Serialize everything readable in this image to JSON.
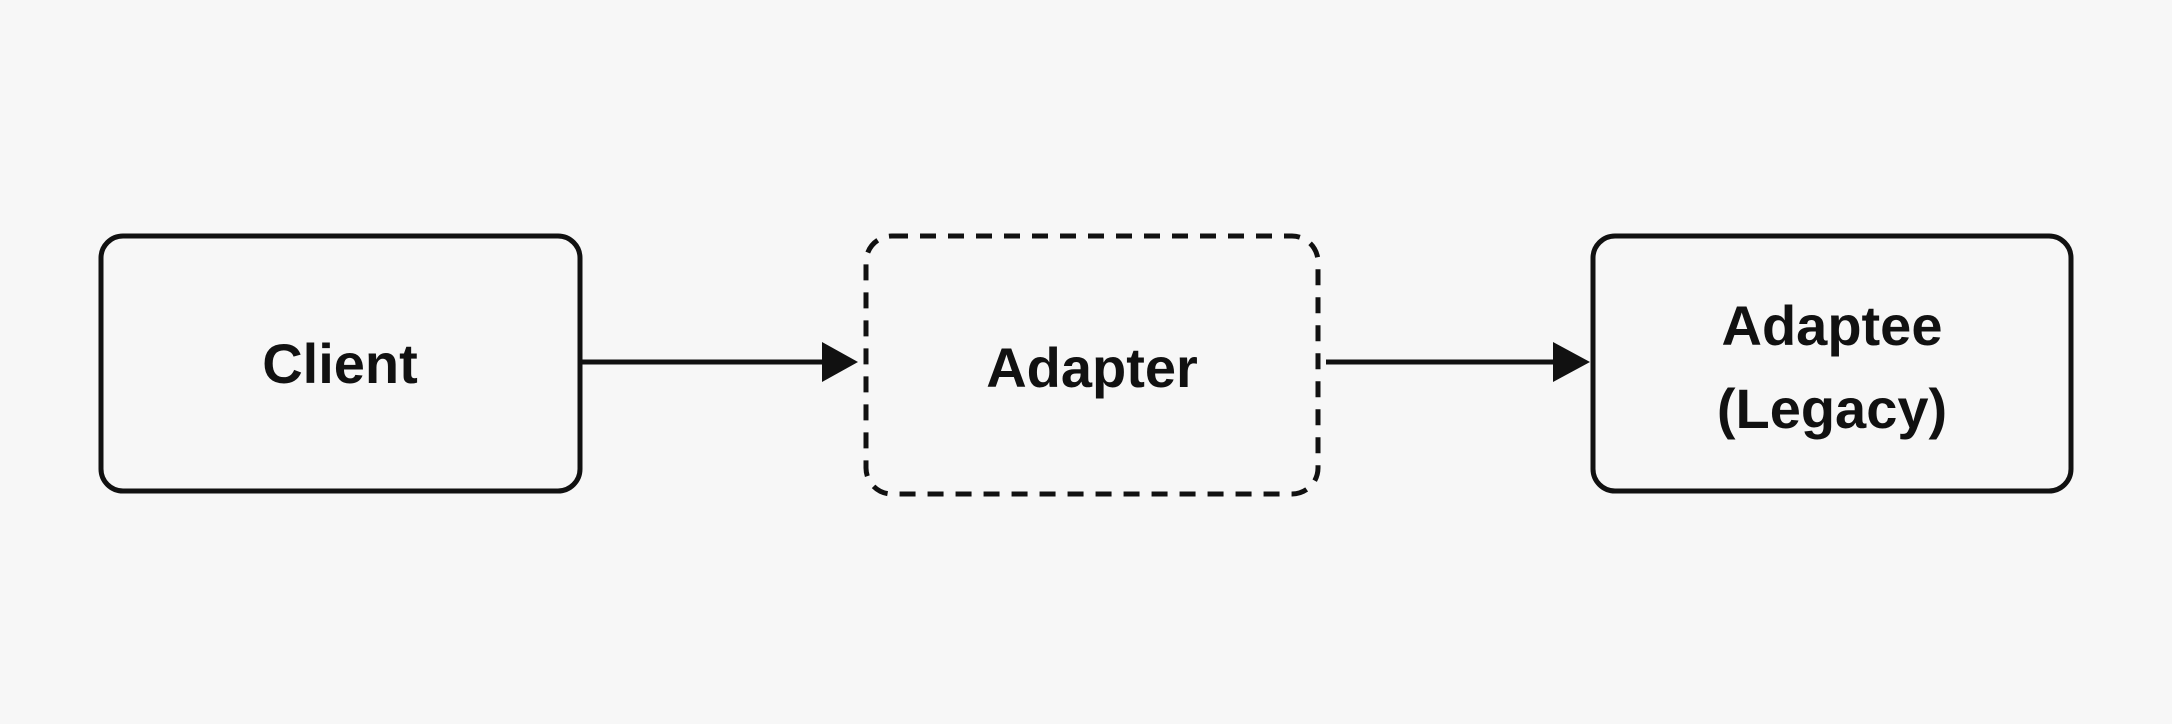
{
  "colors": {
    "background": "#f7f7f7",
    "stroke": "#111111",
    "text": "#111111"
  },
  "nodes": [
    {
      "id": "client",
      "lines": [
        "Client"
      ],
      "border": "solid"
    },
    {
      "id": "adapter",
      "lines": [
        "Adapter"
      ],
      "border": "dashed"
    },
    {
      "id": "adaptee",
      "lines": [
        "Adaptee",
        "(Legacy)"
      ],
      "border": "solid"
    }
  ],
  "edges": [
    {
      "from": "client",
      "to": "adapter"
    },
    {
      "from": "adapter",
      "to": "adaptee"
    }
  ]
}
